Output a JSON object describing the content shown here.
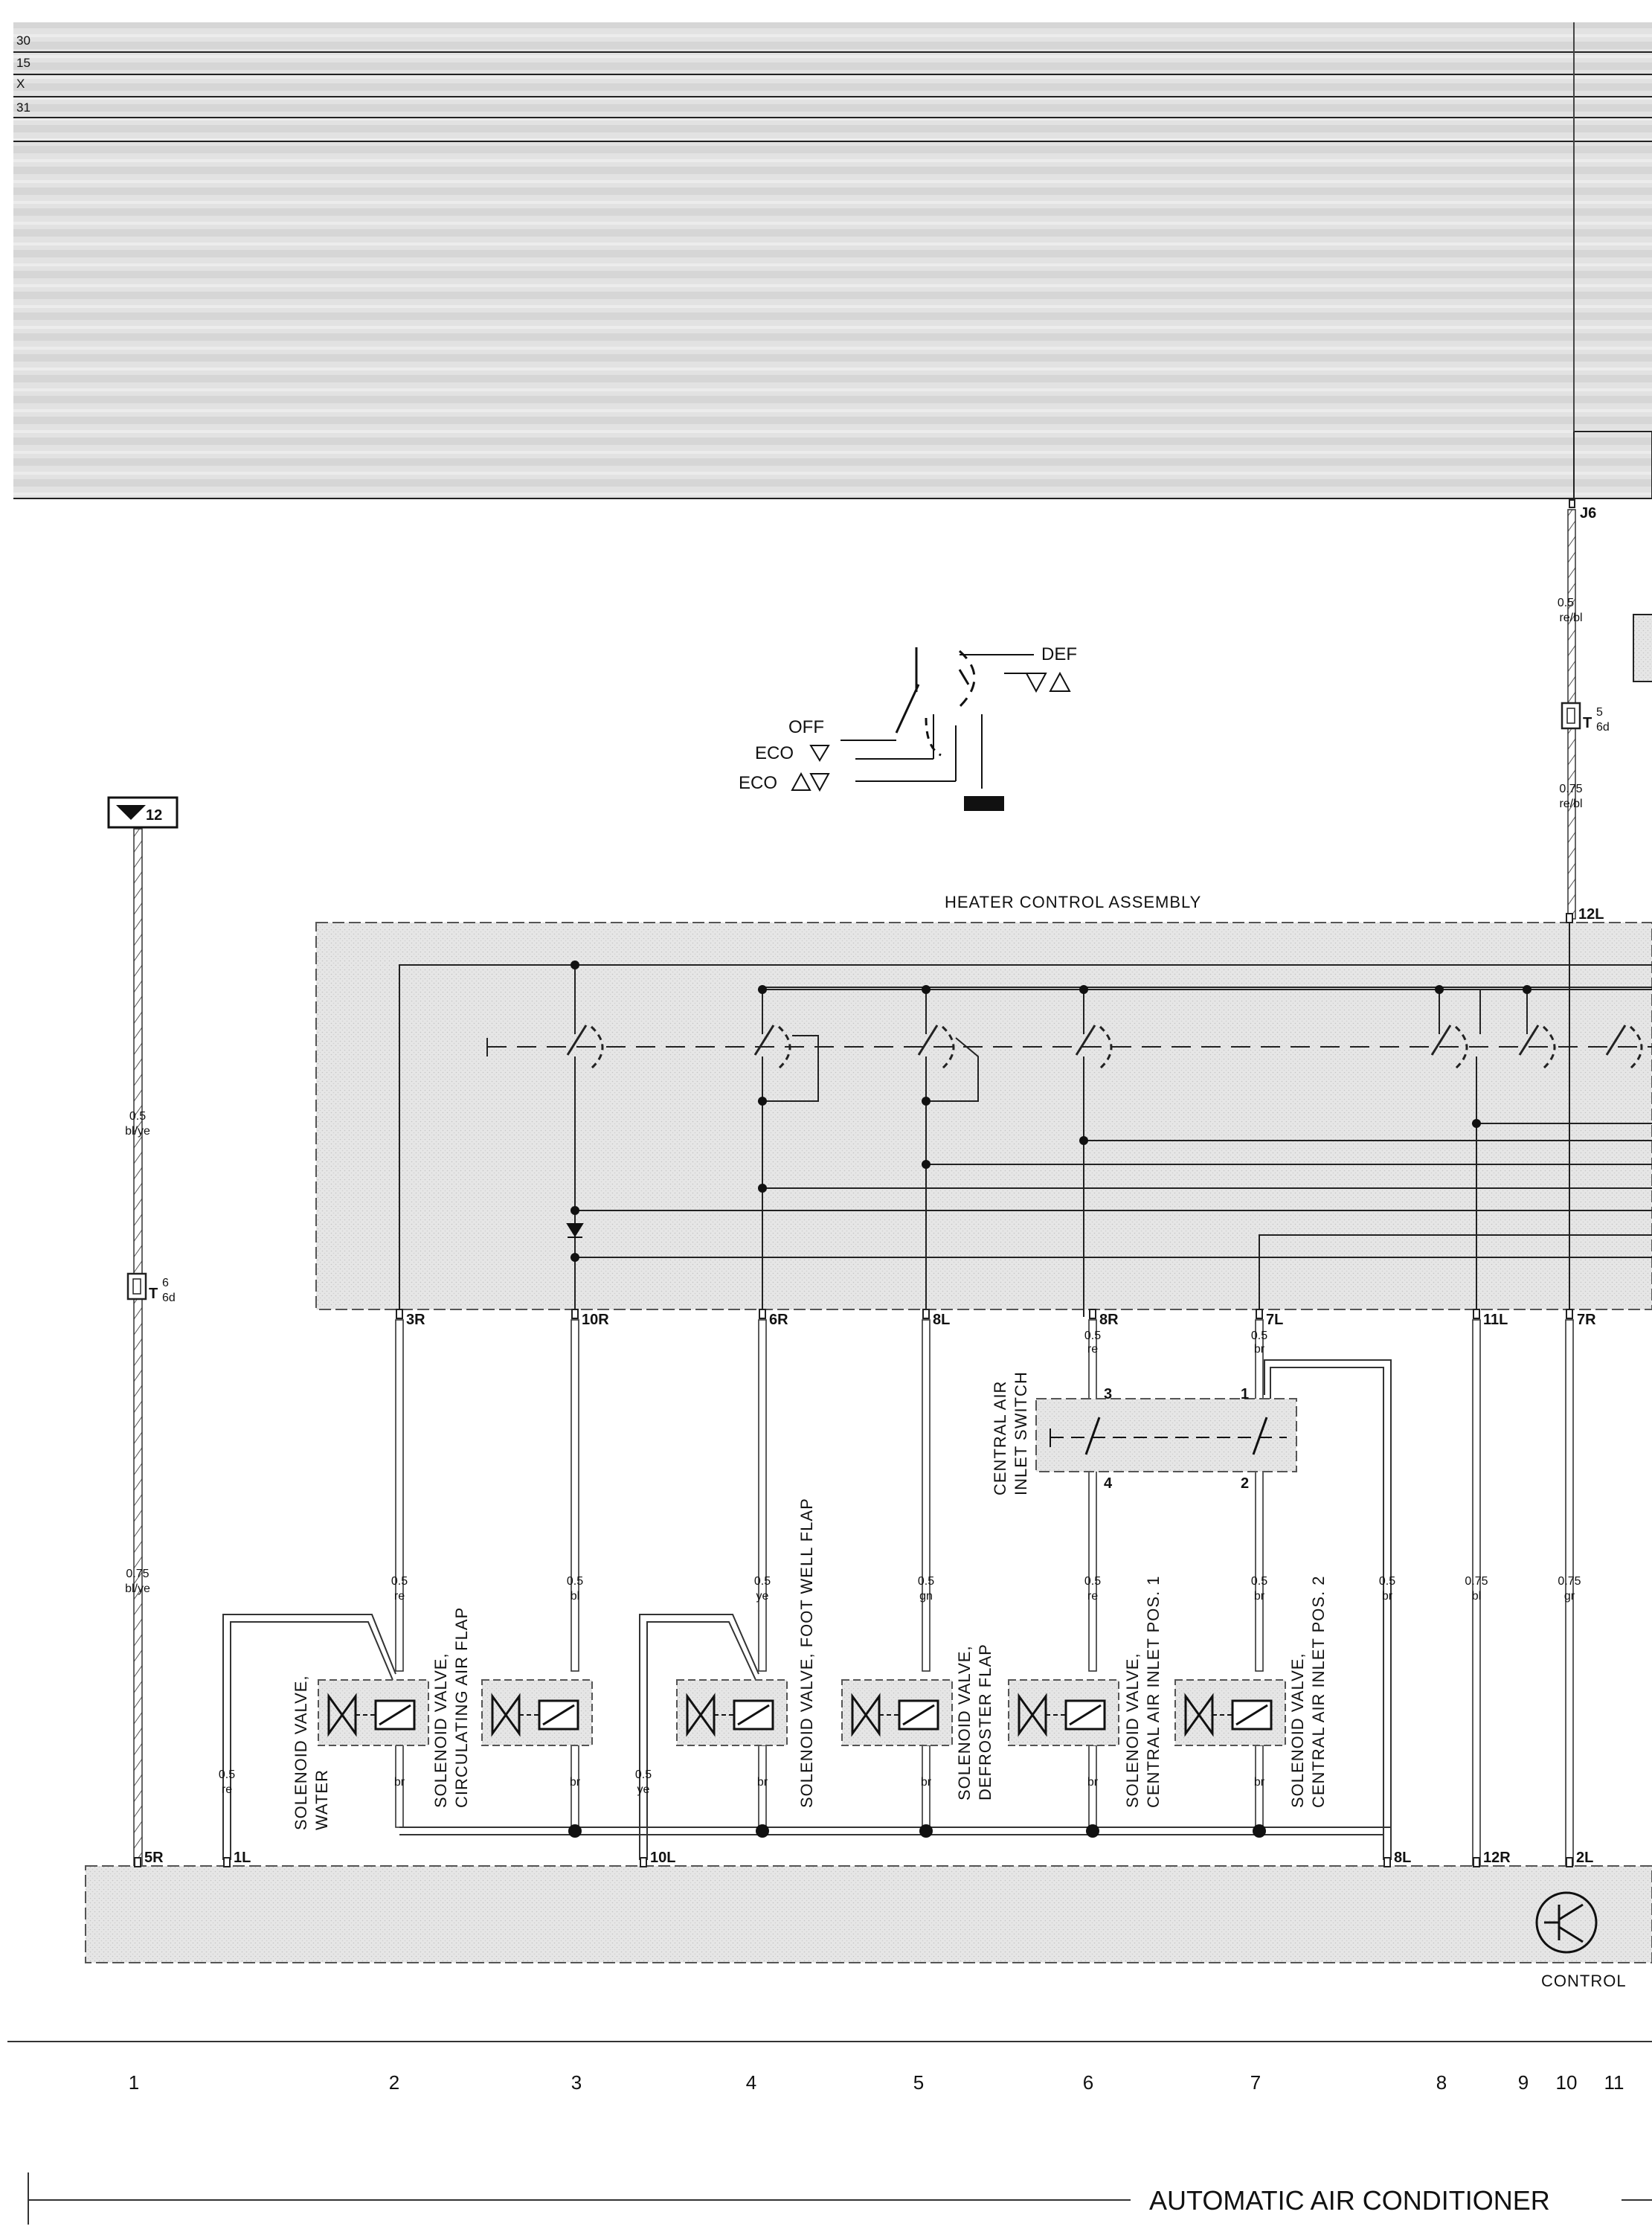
{
  "bus_labels": [
    "30",
    "15",
    "X",
    "31"
  ],
  "relay_label": "J6",
  "connector_labels": {
    "top_main": "T",
    "top_sup": "5",
    "top_sub": "6d",
    "left_main": "T",
    "left_sup": "6",
    "left_sub": "6d"
  },
  "fuse_label": "12",
  "switch": {
    "def": "DEF",
    "off": "OFF",
    "eco1": "ECO",
    "eco2": "ECO"
  },
  "heater_control_assembly": "HEATER CONTROL ASSEMBLY",
  "central_air_inlet_switch": [
    "CENTRAL AIR",
    "INLET SWITCH"
  ],
  "control_unit": "CONTROL",
  "pins": {
    "p12L": "12L",
    "p3R": "3R",
    "p10R": "10R",
    "p6R": "6R",
    "p8L": "8L",
    "p8R": "8R",
    "p7L": "7L",
    "p11L": "11L",
    "p7R": "7R",
    "s3": "3",
    "s4": "4",
    "s1": "1",
    "s2": "2",
    "b5R": "5R",
    "b1L": "1L",
    "b10L": "10L",
    "b8L": "8L",
    "b12R": "12R",
    "b2L": "2L"
  },
  "wires": {
    "w_rebl1": [
      "0.5",
      "re/bl"
    ],
    "w_rebl2": [
      "0.75",
      "re/bl"
    ],
    "w_blye1": [
      "0.5",
      "bl/ye"
    ],
    "w_blye2": [
      "0.75",
      "bl/ye"
    ],
    "w_re_c2": [
      "0.5",
      "re"
    ],
    "w_bl_c3": [
      "0.5",
      "bl"
    ],
    "w_ye_c4": [
      "0.5",
      "ye"
    ],
    "w_gn_c5": [
      "0.5",
      "gn"
    ],
    "w_re_c6": [
      "0.5",
      "re"
    ],
    "w_br_c7": [
      "0.5",
      "br"
    ],
    "w_br_c8": [
      "0.5",
      "br"
    ],
    "w_bl_c9": [
      "0.75",
      "bl"
    ],
    "w_gr_c10": [
      "0.75",
      "gr"
    ],
    "w_re_8r": [
      "0.5",
      "re"
    ],
    "w_br_7l": [
      "0.5",
      "br"
    ],
    "w_re_1l": [
      "0.5",
      "re"
    ],
    "w_ye_10l": [
      "0.5",
      "ye"
    ],
    "br": "br"
  },
  "valves": {
    "v1": [
      "SOLENOID VALVE,",
      "WATER"
    ],
    "v2": [
      "SOLENOID VALVE,",
      "CIRCULATING AIR FLAP"
    ],
    "v3": [
      "SOLENOID VALVE, FOOT WELL FLAP"
    ],
    "v4": [
      "SOLENOID VALVE,",
      "DEFROSTER FLAP"
    ],
    "v5": [
      "SOLENOID VALVE,",
      "CENTRAL AIR INLET POS. 1"
    ],
    "v6": [
      "SOLENOID VALVE,",
      "CENTRAL AIR INLET POS. 2"
    ]
  },
  "column_numbers": [
    "1",
    "2",
    "3",
    "4",
    "5",
    "6",
    "7",
    "8",
    "9",
    "10",
    "11"
  ],
  "footer_title": "AUTOMATIC AIR CONDITIONER",
  "colors": {
    "shade": "#e4e4e4",
    "stroke": "#222222",
    "dark": "#111111"
  }
}
